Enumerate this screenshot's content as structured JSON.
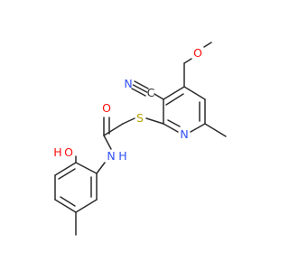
{
  "molecule": {
    "colors": {
      "bond": "#2b2b2b",
      "carbon_text": "#2b2b2b",
      "nitrogen": "#3050f8",
      "oxygen": "#ff0d0d",
      "sulfur": "#b8a200"
    },
    "atom_labels": {
      "nitrile_n": "N",
      "nitrile_c": "C",
      "methoxy_o": "O",
      "thioether_s": "S",
      "ring_n": "N",
      "carbonyl_o": "O",
      "amide_n": "N",
      "amide_h": "H",
      "hydroxyl_h": "H",
      "hydroxyl_o": "O"
    }
  }
}
